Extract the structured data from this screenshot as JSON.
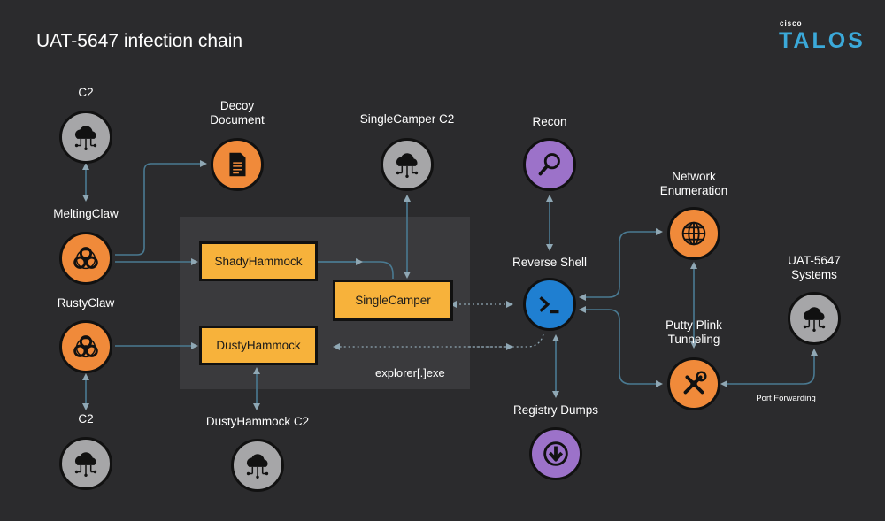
{
  "title": "UAT-5647 infection chain",
  "logo": {
    "small": "cisco",
    "big": "TALOS"
  },
  "panel_label": "explorer[.]exe",
  "colors": {
    "background": "#2b2b2d",
    "panel": "#3a3a3d",
    "box": "#f7b23b",
    "wire": "#4a7a92",
    "accent": "#3ba9d9"
  },
  "boxes": {
    "shady": "ShadyHammock",
    "dusty": "DustyHammock",
    "single": "SingleCamper"
  },
  "nodes": {
    "c2_top": {
      "label": "C2",
      "icon": "cloud-network-icon"
    },
    "decoy": {
      "label1": "Decoy",
      "label2": "Document",
      "icon": "document-icon"
    },
    "singlecamper_c2": {
      "label": "SingleCamper C2",
      "icon": "cloud-network-icon"
    },
    "recon": {
      "label": "Recon",
      "icon": "magnifier-icon"
    },
    "network_enum": {
      "label1": "Network",
      "label2": "Enumeration",
      "icon": "globe-icon"
    },
    "meltingclaw": {
      "label": "MeltingClaw",
      "icon": "biohazard-icon"
    },
    "rustyclaw": {
      "label": "RustyClaw",
      "icon": "biohazard-icon"
    },
    "reverse_shell": {
      "label": "Reverse Shell",
      "icon": "terminal-icon"
    },
    "uat_systems": {
      "label1": "UAT-5647",
      "label2": "Systems",
      "icon": "cloud-network-icon"
    },
    "putty": {
      "label1": "Putty Plink",
      "label2": "Tunneling",
      "icon": "tools-icon"
    },
    "c2_bottom": {
      "label": "C2",
      "icon": "cloud-network-icon"
    },
    "dusty_c2": {
      "label": "DustyHammock C2",
      "icon": "cloud-network-icon"
    },
    "registry": {
      "label": "Registry Dumps",
      "icon": "download-icon"
    }
  },
  "edge_labels": {
    "port_forwarding": "Port Forwarding"
  }
}
